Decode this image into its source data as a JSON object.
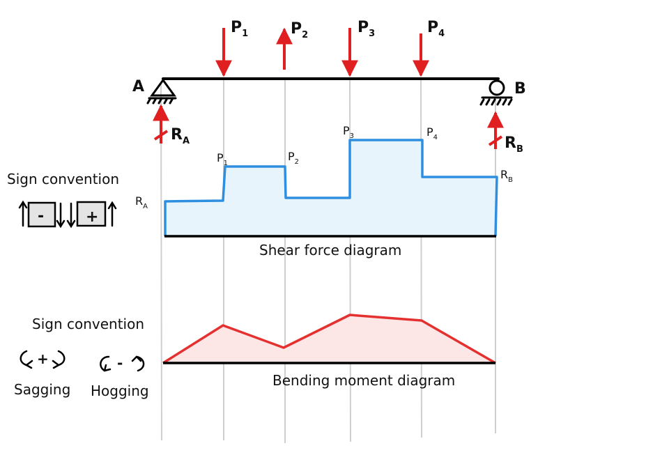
{
  "support_labels": {
    "left": "A",
    "right": "B"
  },
  "loads": [
    {
      "name": "P",
      "sub": "1",
      "direction": "down"
    },
    {
      "name": "P",
      "sub": "2",
      "direction": "up"
    },
    {
      "name": "P",
      "sub": "3",
      "direction": "down"
    },
    {
      "name": "P",
      "sub": "4",
      "direction": "down"
    }
  ],
  "reactions": [
    {
      "name": "R",
      "sub": "A"
    },
    {
      "name": "R",
      "sub": "B"
    }
  ],
  "shear_diagram": {
    "caption": "Shear force diagram",
    "labels": [
      {
        "name": "R",
        "sub": "A"
      },
      {
        "name": "P",
        "sub": "1"
      },
      {
        "name": "P",
        "sub": "2"
      },
      {
        "name": "P",
        "sub": "3"
      },
      {
        "name": "P",
        "sub": "4"
      },
      {
        "name": "R",
        "sub": "B"
      }
    ]
  },
  "moment_diagram": {
    "caption": "Bending moment diagram"
  },
  "shear_sign_convention": {
    "title": "Sign convention",
    "negative": "-",
    "positive": "+"
  },
  "moment_sign_convention": {
    "title": "Sign convention",
    "sagging": "Sagging",
    "hogging": "Hogging",
    "sagging_symbol": "+",
    "hogging_symbol": "-"
  },
  "colors": {
    "load_arrow": "#e02020",
    "shear_line": "#2e8fe0",
    "shear_fill": "#e8f4fc",
    "moment_line": "#e53030",
    "moment_fill": "#fde6e6",
    "beam": "#000000",
    "guide": "#cfcfcf"
  }
}
